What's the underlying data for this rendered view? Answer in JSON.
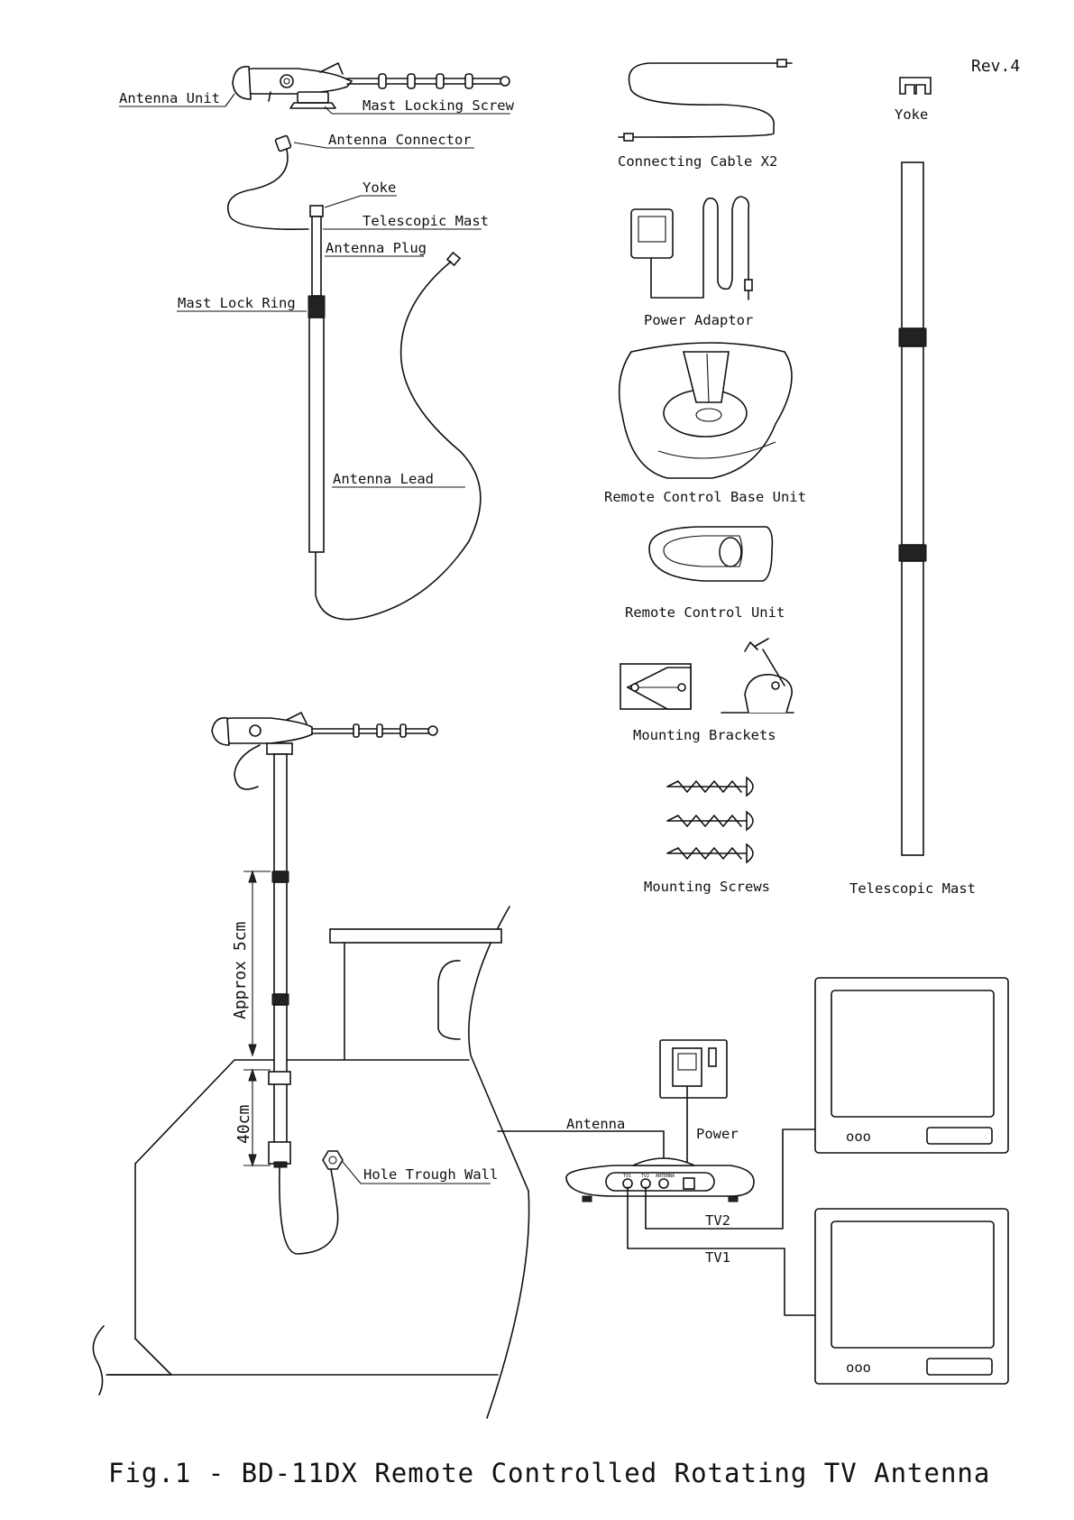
{
  "revision": "Rev.4",
  "caption": "Fig.1 - BD-11DX Remote Controlled Rotating TV Antenna",
  "labels": {
    "antenna_unit": "Antenna Unit",
    "mast_locking_screw": "Mast Locking Screw",
    "antenna_connector": "Antenna Connector",
    "yoke": "Yoke",
    "telescopic_mast": "Telescopic Mast",
    "antenna_plug": "Antenna Plug",
    "mast_lock_ring": "Mast Lock Ring",
    "antenna_lead": "Antenna Lead"
  },
  "parts": {
    "connecting_cable": "Connecting Cable X2",
    "yoke": "Yoke",
    "power_adaptor": "Power Adaptor",
    "remote_base_unit": "Remote Control Base Unit",
    "remote_unit": "Remote Control Unit",
    "mounting_brackets": "Mounting Brackets",
    "mounting_screws": "Mounting Screws",
    "telescopic_mast": "Telescopic Mast"
  },
  "install": {
    "approx_5cm": "Approx 5cm",
    "dim_40cm": "40cm",
    "hole_through_wall": "Hole Trough Wall",
    "antenna": "Antenna",
    "power": "Power",
    "tv2": "TV2",
    "tv1": "TV1",
    "port_tv1": "TV1",
    "port_tv2": "TV2",
    "port_antenna": "ANTENNA",
    "tv_buttons": "ooo"
  },
  "icons": [
    "antenna-unit-icon",
    "cable-icon",
    "yoke-icon",
    "power-adaptor-icon",
    "remote-base-icon",
    "remote-control-icon",
    "bracket-icon",
    "screw-icon",
    "mast-icon",
    "tv-icon",
    "wall-socket-icon"
  ]
}
